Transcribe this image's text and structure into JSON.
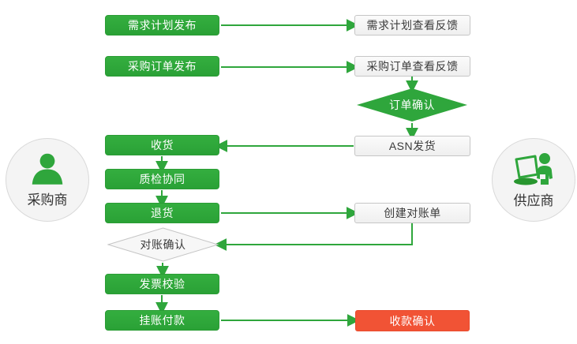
{
  "diagram": {
    "actors": {
      "buyer": {
        "label": "采购商",
        "icon": "person-icon"
      },
      "supplier": {
        "label": "供应商",
        "icon": "person-at-computer-icon"
      }
    },
    "nodes": {
      "demand_plan_publish": {
        "label": "需求计划发布",
        "shape": "rect",
        "style": "green",
        "owner": "buyer"
      },
      "demand_plan_feedback": {
        "label": "需求计划查看反馈",
        "shape": "rect",
        "style": "light",
        "owner": "supplier"
      },
      "po_publish": {
        "label": "采购订单发布",
        "shape": "rect",
        "style": "green",
        "owner": "buyer"
      },
      "po_feedback": {
        "label": "采购订单查看反馈",
        "shape": "rect",
        "style": "light",
        "owner": "supplier"
      },
      "order_confirm": {
        "label": "订单确认",
        "shape": "diamond",
        "style": "green",
        "owner": "supplier"
      },
      "receive": {
        "label": "收货",
        "shape": "rect",
        "style": "green",
        "owner": "buyer"
      },
      "asn_ship": {
        "label": "ASN发货",
        "shape": "rect",
        "style": "light",
        "owner": "supplier"
      },
      "quality_check": {
        "label": "质检协同",
        "shape": "rect",
        "style": "green",
        "owner": "buyer"
      },
      "return_goods": {
        "label": "退货",
        "shape": "rect",
        "style": "green",
        "owner": "buyer"
      },
      "create_statement": {
        "label": "创建对账单",
        "shape": "rect",
        "style": "light",
        "owner": "supplier"
      },
      "statement_confirm": {
        "label": "对账确认",
        "shape": "diamond",
        "style": "light",
        "owner": "buyer"
      },
      "invoice_verify": {
        "label": "发票校验",
        "shape": "rect",
        "style": "green",
        "owner": "buyer"
      },
      "payment": {
        "label": "挂账付款",
        "shape": "rect",
        "style": "green",
        "owner": "buyer"
      },
      "receipt_confirm": {
        "label": "收款确认",
        "shape": "rect",
        "style": "red",
        "owner": "supplier"
      }
    },
    "edges": [
      {
        "from": "demand_plan_publish",
        "to": "demand_plan_feedback"
      },
      {
        "from": "po_publish",
        "to": "po_feedback"
      },
      {
        "from": "po_feedback",
        "to": "order_confirm"
      },
      {
        "from": "order_confirm",
        "to": "asn_ship"
      },
      {
        "from": "asn_ship",
        "to": "receive"
      },
      {
        "from": "receive",
        "to": "quality_check"
      },
      {
        "from": "quality_check",
        "to": "return_goods"
      },
      {
        "from": "return_goods",
        "to": "create_statement"
      },
      {
        "from": "create_statement",
        "to": "statement_confirm"
      },
      {
        "from": "statement_confirm",
        "to": "invoice_verify"
      },
      {
        "from": "invoice_verify",
        "to": "payment"
      },
      {
        "from": "payment",
        "to": "receipt_confirm"
      }
    ],
    "colors": {
      "process_green": "#2fa63c",
      "arrow_green": "#2fa63c",
      "highlight_red": "#f15335",
      "light_fill": "#f3f3f3",
      "light_border": "#c6c6c6",
      "text_dark": "#3b3b3b",
      "text_light": "#ffffff",
      "circle_fill": "#f4f4f4"
    }
  }
}
